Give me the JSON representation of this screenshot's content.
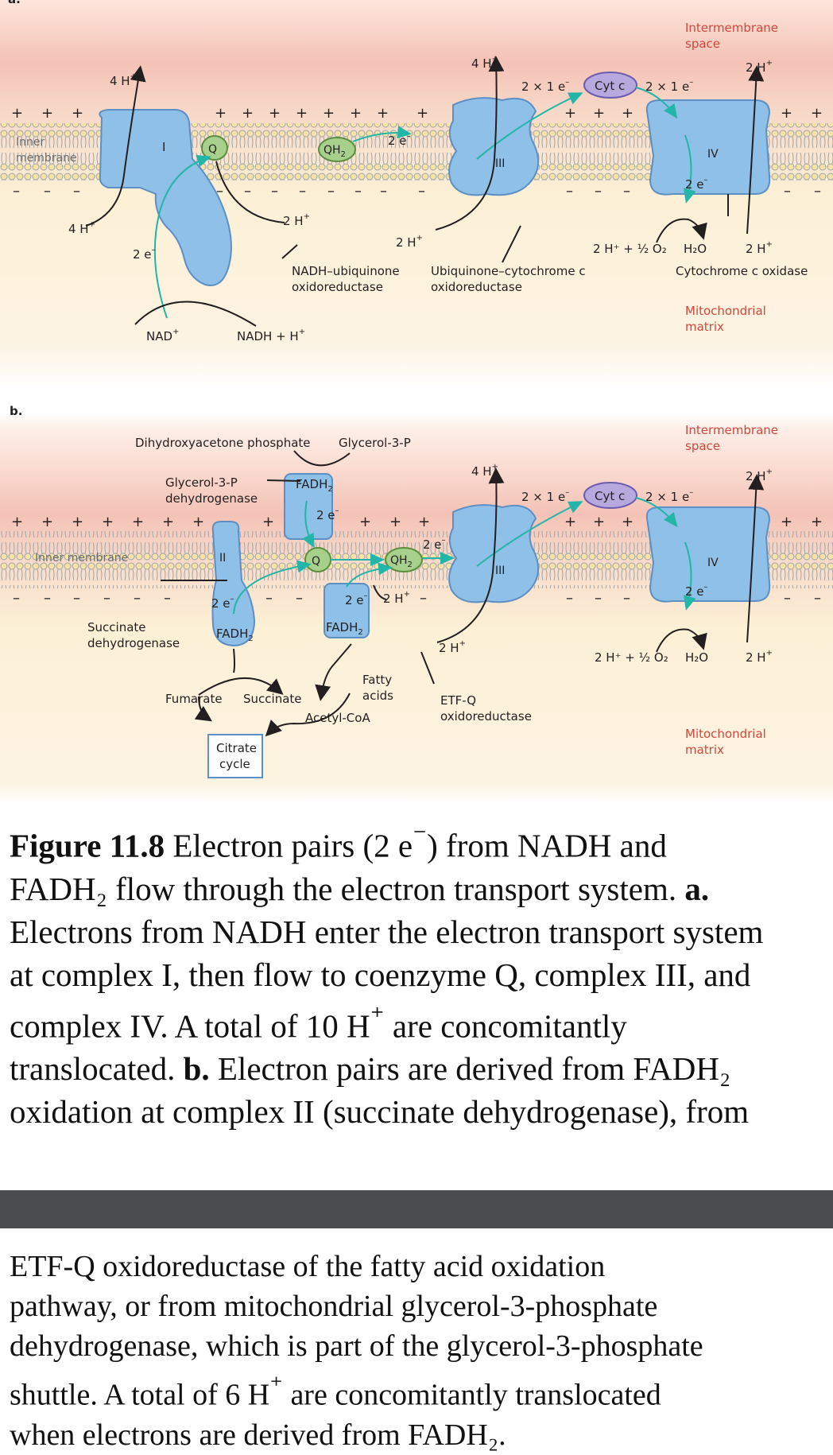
{
  "panel_a": {
    "letter": "a.",
    "intermembrane_space": [
      "Intermembrane",
      "space"
    ],
    "mitochondrial_matrix": [
      "Mitochondrial",
      "matrix"
    ],
    "inner_membrane": [
      "Inner",
      "membrane"
    ],
    "complex_i_numeral": "I",
    "complex_iii_numeral": "III",
    "complex_iv_numeral": "IV",
    "q_label": "Q",
    "qh2_label": "QH",
    "h4_left_top": "4 H",
    "h4_left_bottom": "4 H",
    "h2_complex_i": "2 H",
    "h2_center": "2 H",
    "h4_complex_iii": "4 H",
    "h2_right_top": "2 H",
    "h2_right_bottom": "2 H",
    "two_e_left": "2 e",
    "two_e_mem": "2 e",
    "two_e_iv": "2 e",
    "e_transfer_left": "2 × 1 e",
    "e_transfer_right": "2 × 1 e",
    "cyt_c": "Cyt c",
    "nad": "NAD",
    "nadh": "NADH + H",
    "oxygen_reaction": "2 H⁺ + ½ O₂",
    "water": "H₂O",
    "complex_i_name": [
      "NADH–ubiquinone",
      "oxidoreductase"
    ],
    "complex_iii_name": [
      "Ubiquinone–cytochrome c",
      "oxidoreductase"
    ],
    "complex_iv_name": "Cytochrome c oxidase"
  },
  "panel_b": {
    "letter": "b.",
    "intermembrane_space": [
      "Intermembrane",
      "space"
    ],
    "mitochondrial_matrix": [
      "Mitochondrial",
      "matrix"
    ],
    "inner_membrane": "Inner membrane",
    "dhap": "Dihydroxyacetone phosphate",
    "glycerol3p_top": "Glycerol-3-P",
    "g3p_dehydrogenase": [
      "Glycerol-3-P",
      "dehydrogenase"
    ],
    "fadh2_top": "FADH",
    "two_e_top": "2 e",
    "complex_ii_numeral": "II",
    "complex_iii_numeral": "III",
    "complex_iv_numeral": "IV",
    "q_label": "Q",
    "qh2_label": "QH",
    "two_e_qh2": "2 e",
    "two_e_ii": "2 e",
    "fadh2_ii": "FADH",
    "two_e_etf": "2 e",
    "fadh2_etf": "FADH",
    "h2_qh2": "2 H",
    "h4_complex_iii": "4 H",
    "h2_complex_iii_bottom": "2 H",
    "h2_right_top": "2 H",
    "h2_right_bottom": "2 H",
    "two_e_iv": "2 e",
    "e_transfer_left": "2 × 1 e",
    "e_transfer_right": "2 × 1 e",
    "cyt_c": "Cyt c",
    "succinate_dehydrogenase": [
      "Succinate",
      "dehydrogenase"
    ],
    "fumarate": "Fumarate",
    "succinate": "Succinate",
    "citrate_cycle": [
      "Citrate",
      "cycle"
    ],
    "fatty_acids": [
      "Fatty",
      "acids"
    ],
    "acetyl_coa": "Acetyl-CoA",
    "etf_q": [
      "ETF-Q",
      "oxidoreductase"
    ],
    "oxygen_reaction": "2 H⁺ + ½ O₂",
    "water": "H₂O"
  },
  "caption_1": {
    "lines": [
      [
        "Figure 11.8",
        " Electron pairs (2 e",
        "⁻",
        ") from NADH and"
      ],
      [
        "FADH",
        "₂",
        " flow through the electron transport system. ",
        "a."
      ],
      [
        "Electrons from NADH enter the electron transport system"
      ],
      [
        "at complex I, then flow to coenzyme Q, complex III, and"
      ],
      [
        "complex IV. A total of 10 H",
        "⁺",
        " are concomitantly"
      ],
      [
        "translocated. ",
        "b.",
        " Electron pairs are derived from FADH",
        "₂"
      ],
      [
        "oxidation at complex II (succinate dehydrogenase), from"
      ]
    ]
  },
  "caption_2": {
    "lines": [
      [
        "ETF-Q oxidoreductase of the fatty acid oxidation"
      ],
      [
        "pathway, or from mitochondrial glycerol-3-phosphate"
      ],
      [
        "dehydrogenase, which is part of the glycerol-3-phosphate"
      ],
      [
        "shuttle. A total of 6 H",
        "⁺",
        " are concomitantly translocated"
      ],
      [
        "when electrons are derived from FADH",
        "₂",
        "."
      ]
    ]
  },
  "colors": {
    "protein": "#8fc0e8",
    "protein_edge": "#5d8fc4",
    "q_fill": "#a8d08d",
    "cytc_fill": "#b7a9dd",
    "electron_path": "#22b5a8",
    "intermembrane_band": "#f4c2b6",
    "matrix_band": "#fcf0d6",
    "region_text": "#d2473b",
    "separator": "#4a4d50"
  }
}
